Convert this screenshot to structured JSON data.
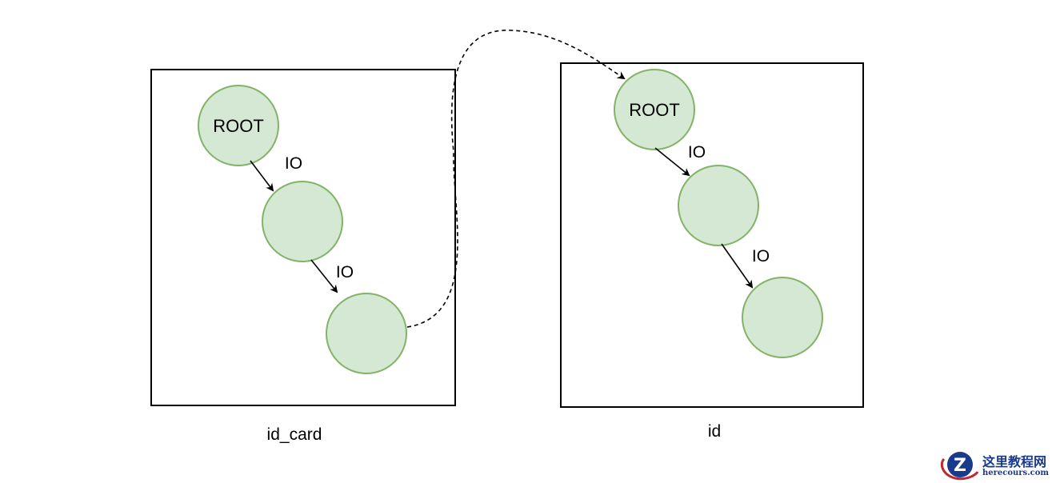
{
  "diagram": {
    "left_panel": {
      "caption": "id_card",
      "root_label": "ROOT",
      "edge_labels": [
        "IO",
        "IO"
      ]
    },
    "right_panel": {
      "caption": "id",
      "root_label": "ROOT",
      "edge_labels": [
        "IO",
        "IO"
      ]
    },
    "colors": {
      "node_fill": "#d5e8d4",
      "node_stroke": "#82b366"
    }
  },
  "watermark": {
    "title": "这里教程网",
    "url": "herecours.com"
  }
}
